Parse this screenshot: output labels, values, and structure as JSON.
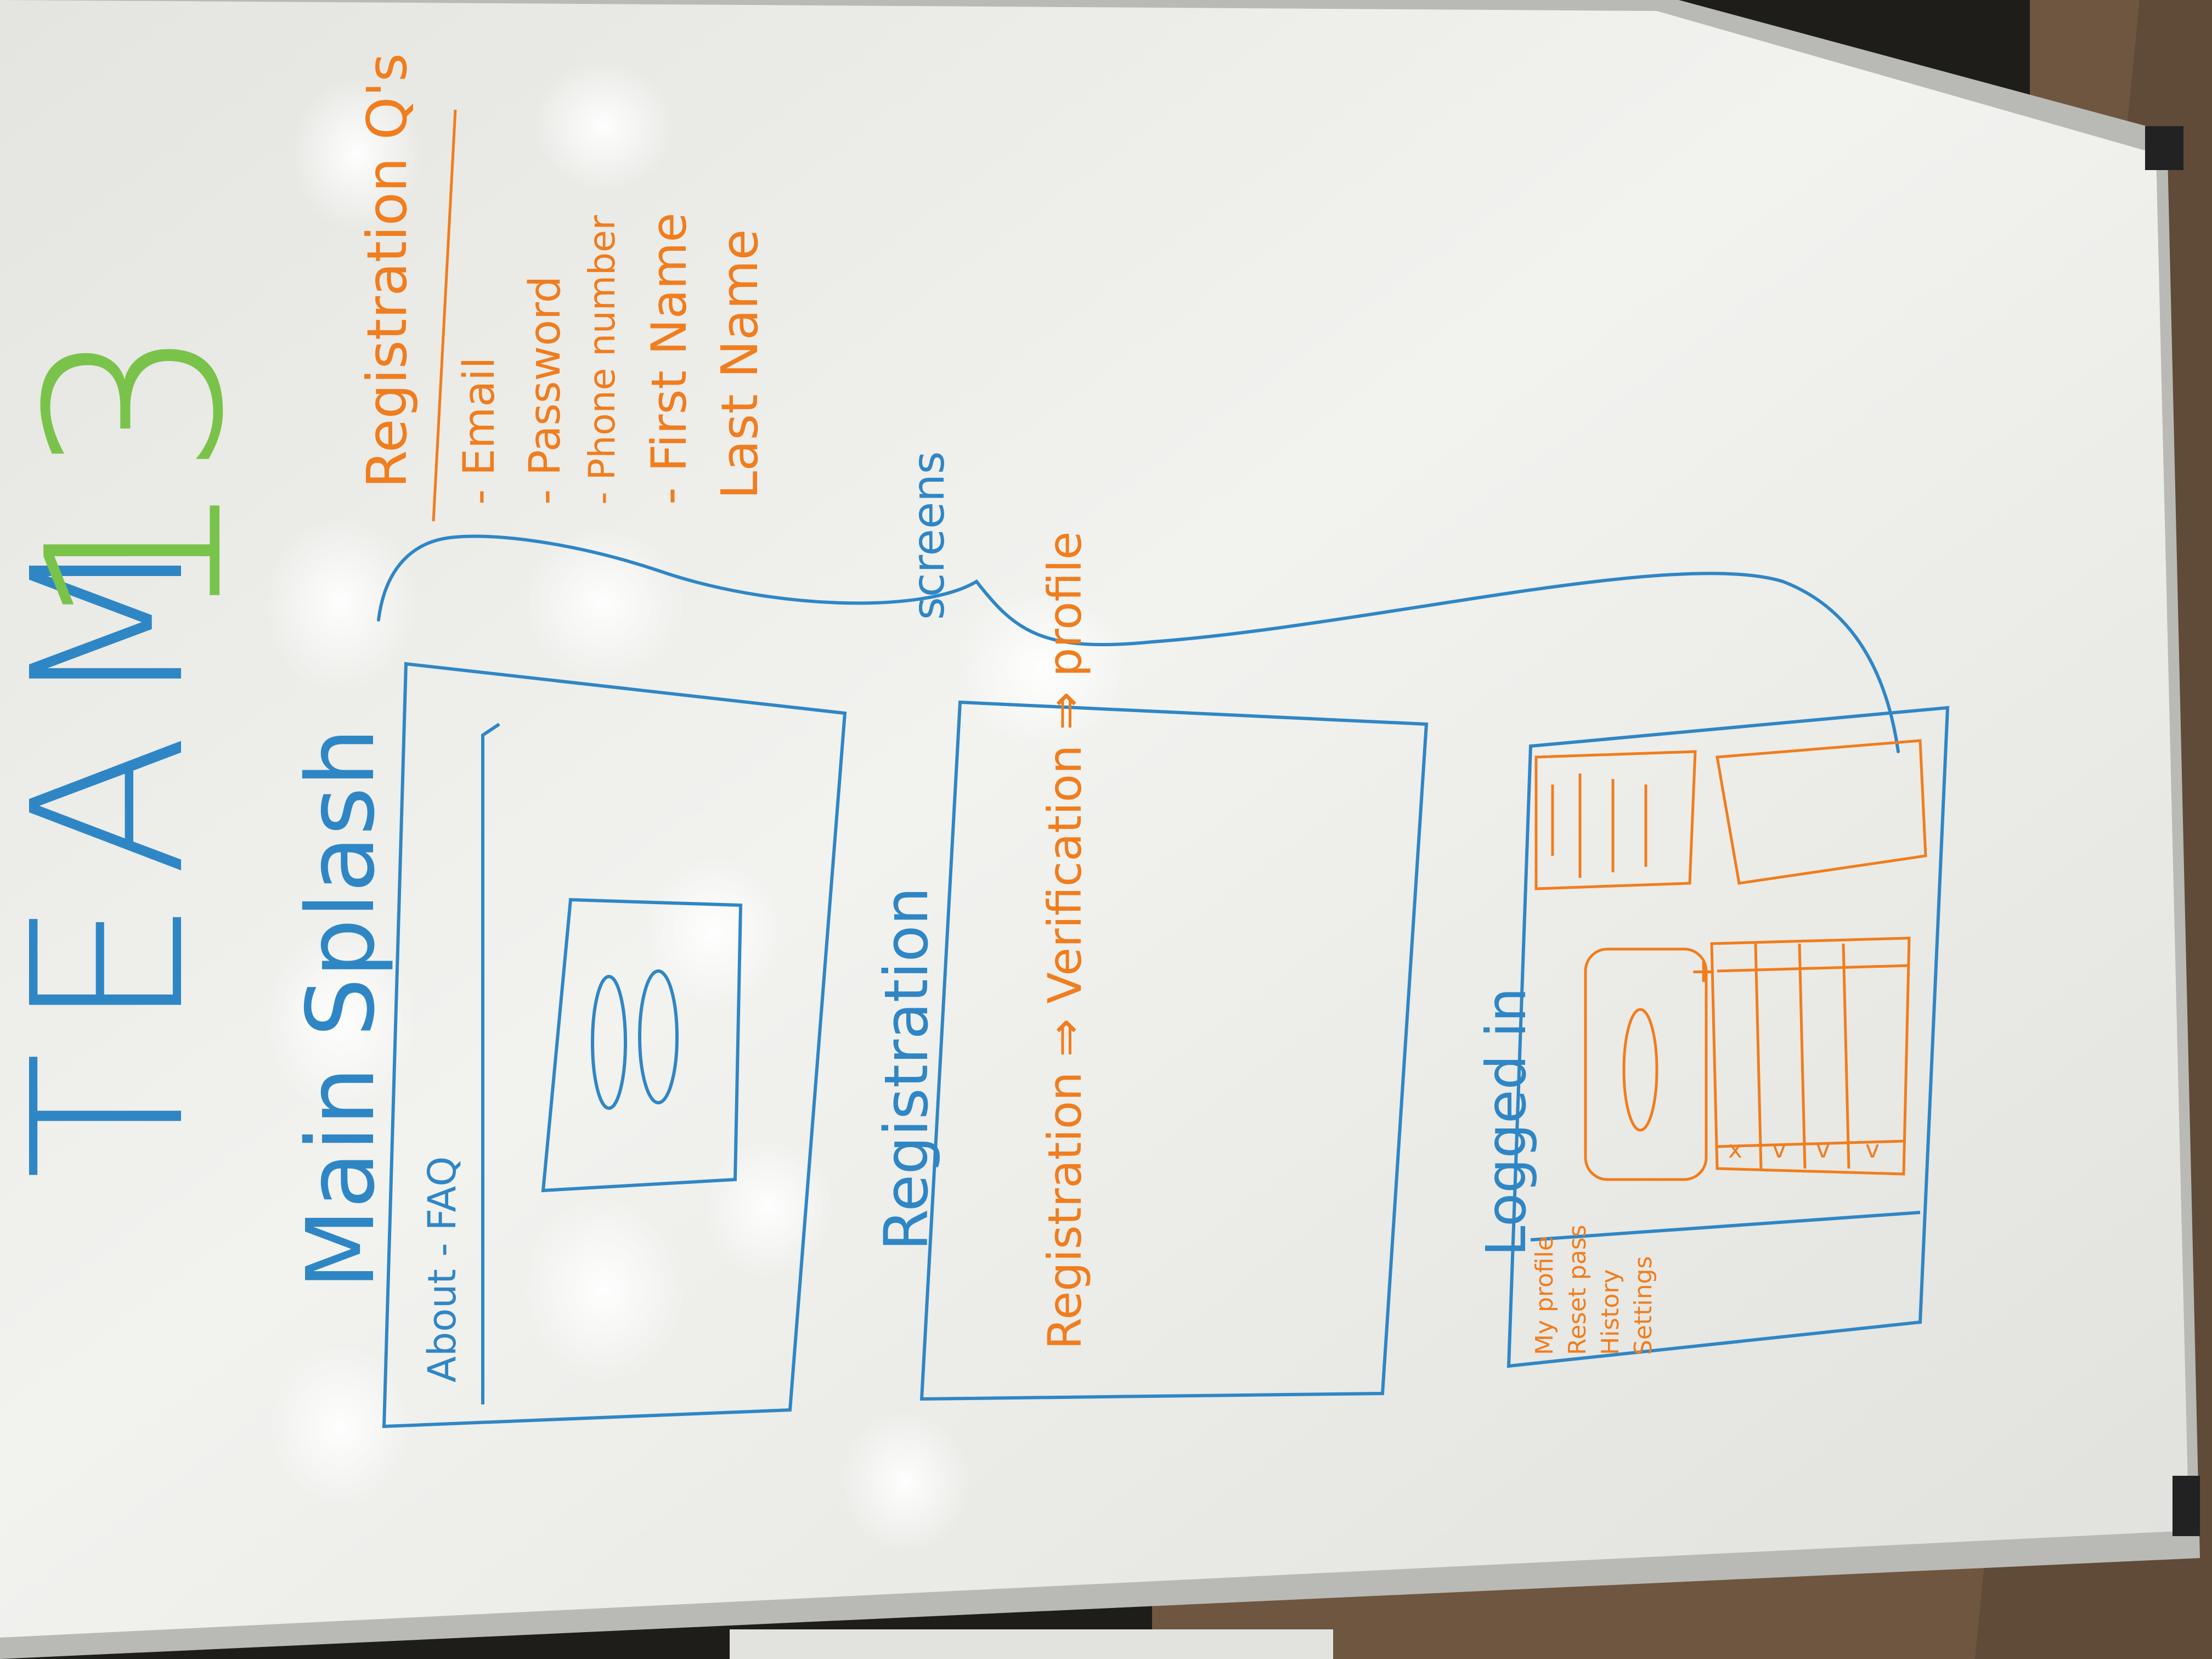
{
  "photo": {
    "colors": {
      "board": "#eeeeeb",
      "frame": "#b9bab5",
      "blue_marker": "#2f86c5",
      "orange_marker": "#f07d1e",
      "green_marker": "#79c34a",
      "floor": "#6f5641",
      "background": "#1f1d1a"
    }
  },
  "whiteboard": {
    "title": {
      "team": "TEAM",
      "number": "13"
    },
    "main_splash": {
      "label": "Main Splash",
      "nav": "About - FAQ"
    },
    "registration": {
      "label": "Registration",
      "flow": "Registration ⇒ Verification ⇒ profile"
    },
    "logged_in": {
      "label": "Logged in",
      "menu": [
        "My profile",
        "Reset pass",
        "History",
        "Settings"
      ],
      "marks": [
        "x",
        "v",
        "v",
        "v"
      ],
      "plus": "+"
    },
    "screens_label": "screens",
    "registration_questions": {
      "heading": "Registration Q's",
      "items": [
        "- Email",
        "- Password",
        "- Phone number",
        "- First Name",
        "Last Name"
      ]
    }
  }
}
